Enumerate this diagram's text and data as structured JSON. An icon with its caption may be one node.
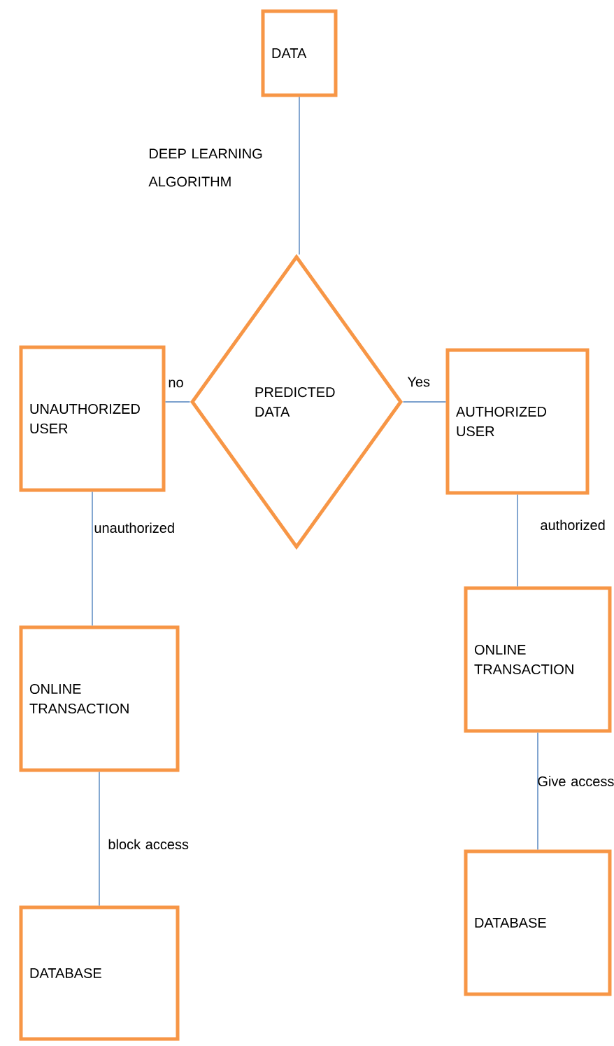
{
  "diagram": {
    "nodes": [
      {
        "text": [
          "DATA"
        ]
      },
      {
        "text": [
          "PREDICTED DATA"
        ]
      },
      {
        "text": [
          "UNAUTHORIZED USER"
        ]
      },
      {
        "text": [
          "AUTHORIZED USER"
        ]
      },
      {
        "text": [
          "ONLINE TRANSACTION"
        ]
      },
      {
        "text": [
          "ONLINE TRANSACTION"
        ]
      },
      {
        "text": [
          "DATABASE"
        ]
      },
      {
        "text": [
          "DATABASE"
        ]
      }
    ],
    "edges": [
      {
        "from": 0,
        "to": 1,
        "arrow": "none",
        "label": "DEEP LEARNING ALGORITHM"
      },
      {
        "from": 1,
        "to": 2,
        "arrow": "none",
        "label": "no"
      },
      {
        "from": 1,
        "to": 3,
        "arrow": "none",
        "label": "Yes"
      },
      {
        "from": 2,
        "to": 4,
        "arrow": "none",
        "label": "unauthorized"
      },
      {
        "from": 3,
        "to": 5,
        "arrow": "none",
        "label": "authorized"
      },
      {
        "from": 4,
        "to": 6,
        "arrow": "none",
        "label": "block access"
      },
      {
        "from": 5,
        "to": 7,
        "arrow": "none",
        "label": "Give access"
      }
    ]
  }
}
